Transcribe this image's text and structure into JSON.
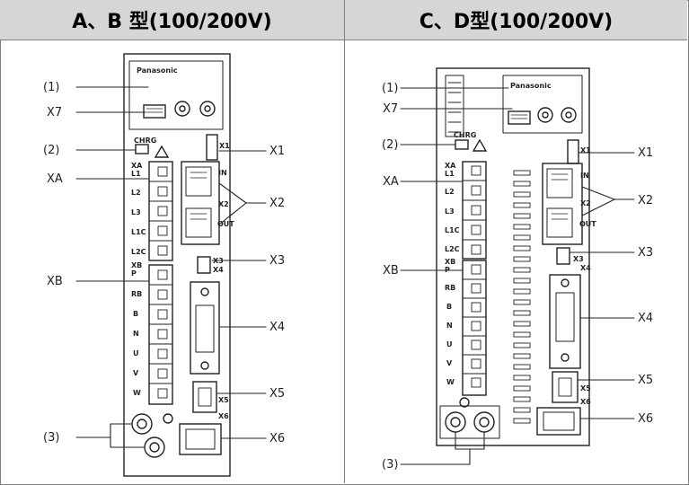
{
  "headers": {
    "left": "A、B 型(100/200V)",
    "right": "C、D型(100/200V)"
  },
  "left_driver": {
    "brand": "Panasonic",
    "callouts": [
      "(1)",
      "X7",
      "(2)",
      "XA",
      "XB",
      "(3)",
      "X1",
      "X2",
      "X3",
      "X4",
      "X5",
      "X6"
    ],
    "terminal_labels_xa": [
      "XA",
      "L1",
      "L2",
      "L3",
      "L1C",
      "L2C"
    ],
    "terminal_labels_xb": [
      "XB",
      "P",
      "RB",
      "B",
      "N",
      "U",
      "V",
      "W"
    ],
    "port_labels": [
      "X1",
      "IN",
      "X2",
      "OUT",
      "X3",
      "X4",
      "X5",
      "X6"
    ],
    "charge_label": "CHRG"
  },
  "right_driver": {
    "brand": "Panasonic",
    "callouts": [
      "(1)",
      "X7",
      "(2)",
      "XA",
      "XB",
      "(3)",
      "X1",
      "X2",
      "X3",
      "X4",
      "X5",
      "X6"
    ],
    "terminal_labels_xa": [
      "XA",
      "L1",
      "L2",
      "L3",
      "L1C",
      "L2C"
    ],
    "terminal_labels_xb": [
      "XB",
      "P",
      "RB",
      "B",
      "N",
      "U",
      "V",
      "W"
    ],
    "port_labels": [
      "X1",
      "IN",
      "X2",
      "OUT",
      "X3",
      "X4",
      "X5",
      "X6"
    ],
    "charge_label": "CHRG"
  }
}
